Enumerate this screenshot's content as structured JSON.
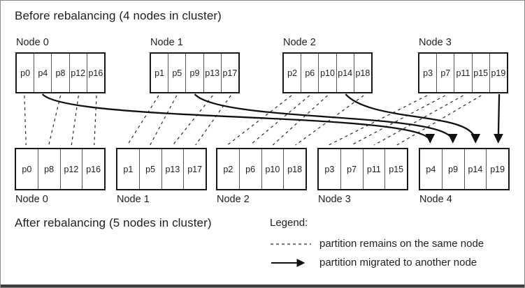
{
  "titles": {
    "before": "Before rebalancing (4 nodes in cluster)",
    "after": "After rebalancing (5 nodes in cluster)"
  },
  "before_cluster": {
    "nodes": [
      {
        "label": "Node 0",
        "partitions": [
          "p0",
          "p4",
          "p8",
          "p12",
          "p16"
        ]
      },
      {
        "label": "Node 1",
        "partitions": [
          "p1",
          "p5",
          "p9",
          "p13",
          "p17"
        ]
      },
      {
        "label": "Node 2",
        "partitions": [
          "p2",
          "p6",
          "p10",
          "p14",
          "p18"
        ]
      },
      {
        "label": "Node 3",
        "partitions": [
          "p3",
          "p7",
          "p11",
          "p15",
          "p19"
        ]
      }
    ]
  },
  "after_cluster": {
    "nodes": [
      {
        "label": "Node 0",
        "partitions": [
          "p0",
          "p8",
          "p12",
          "p16"
        ]
      },
      {
        "label": "Node 1",
        "partitions": [
          "p1",
          "p5",
          "p13",
          "p17"
        ]
      },
      {
        "label": "Node 2",
        "partitions": [
          "p2",
          "p6",
          "p10",
          "p18"
        ]
      },
      {
        "label": "Node 3",
        "partitions": [
          "p3",
          "p7",
          "p11",
          "p15"
        ]
      },
      {
        "label": "Node 4",
        "partitions": [
          "p4",
          "p9",
          "p14",
          "p19"
        ]
      }
    ]
  },
  "connections": {
    "migrations": [
      {
        "partition": "p4",
        "from": "Node 0",
        "to": "Node 4"
      },
      {
        "partition": "p9",
        "from": "Node 1",
        "to": "Node 4"
      },
      {
        "partition": "p14",
        "from": "Node 2",
        "to": "Node 4"
      },
      {
        "partition": "p19",
        "from": "Node 3",
        "to": "Node 4"
      }
    ]
  },
  "legend": {
    "title": "Legend:",
    "items": [
      {
        "style": "dashed-line",
        "label": "partition remains on the same node"
      },
      {
        "style": "solid-arrow",
        "label": "partition migrated to another node"
      }
    ]
  },
  "colors": {
    "ink": "#1f1f1f",
    "box_border": "#1a1a1a",
    "cell_divider": "#555555",
    "dashed_line": "#2b2b2b",
    "arrow": "#111111",
    "frame_border": "#8a8a8a",
    "bottom_bar": "#3d3d3d"
  }
}
